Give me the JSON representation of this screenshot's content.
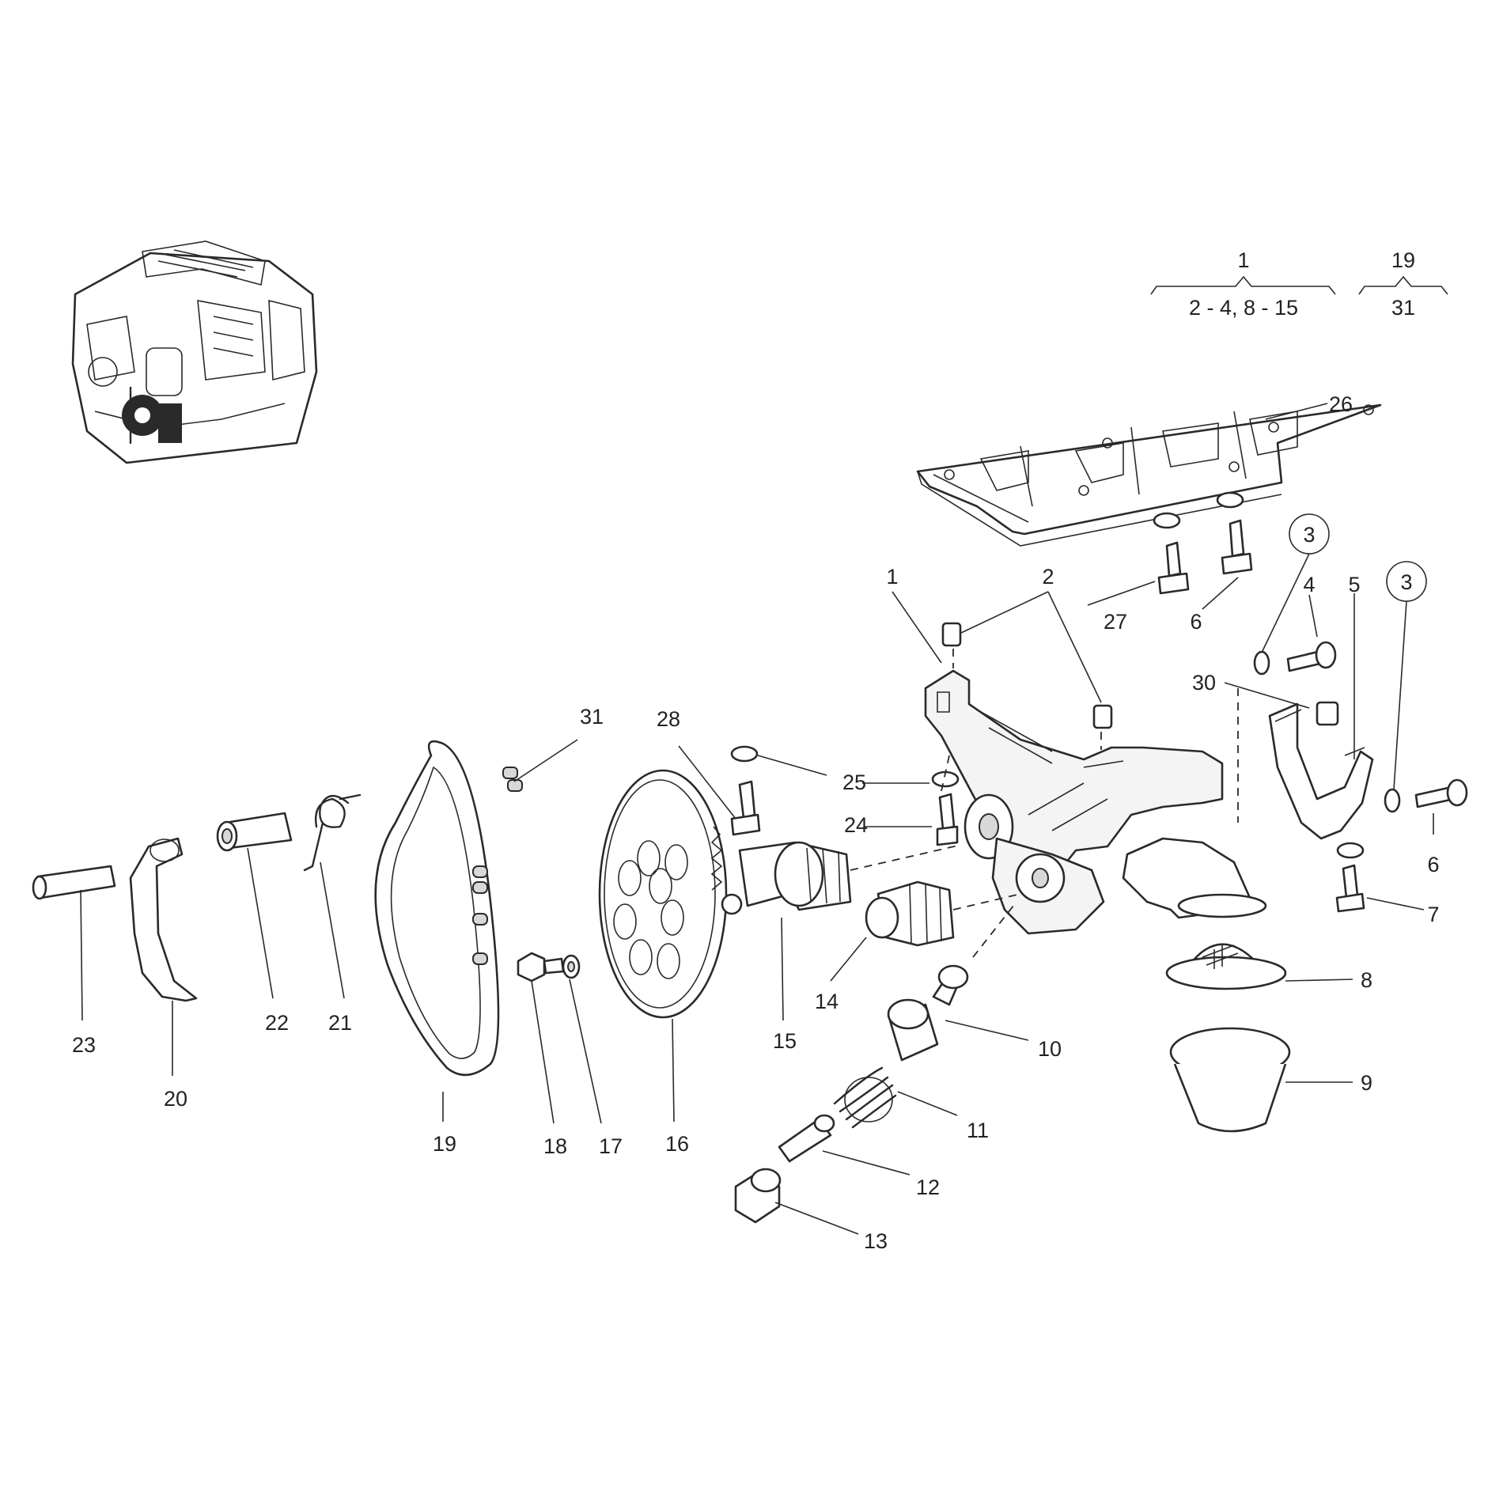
{
  "callouts": [
    {
      "id": "1",
      "text": "1"
    },
    {
      "id": "2",
      "text": "2"
    },
    {
      "id": "3a",
      "text": "3"
    },
    {
      "id": "3b",
      "text": "3"
    },
    {
      "id": "4",
      "text": "4"
    },
    {
      "id": "5",
      "text": "5"
    },
    {
      "id": "6a",
      "text": "6"
    },
    {
      "id": "6b",
      "text": "6"
    },
    {
      "id": "7",
      "text": "7"
    },
    {
      "id": "8",
      "text": "8"
    },
    {
      "id": "9",
      "text": "9"
    },
    {
      "id": "10",
      "text": "10"
    },
    {
      "id": "11",
      "text": "11"
    },
    {
      "id": "12",
      "text": "12"
    },
    {
      "id": "13",
      "text": "13"
    },
    {
      "id": "14",
      "text": "14"
    },
    {
      "id": "15",
      "text": "15"
    },
    {
      "id": "16",
      "text": "16"
    },
    {
      "id": "17",
      "text": "17"
    },
    {
      "id": "18",
      "text": "18"
    },
    {
      "id": "19",
      "text": "19"
    },
    {
      "id": "20",
      "text": "20"
    },
    {
      "id": "21",
      "text": "21"
    },
    {
      "id": "22",
      "text": "22"
    },
    {
      "id": "23",
      "text": "23"
    },
    {
      "id": "24",
      "text": "24"
    },
    {
      "id": "25",
      "text": "25"
    },
    {
      "id": "26",
      "text": "26"
    },
    {
      "id": "27",
      "text": "27"
    },
    {
      "id": "28",
      "text": "28"
    },
    {
      "id": "30",
      "text": "30"
    },
    {
      "id": "31",
      "text": "31"
    }
  ],
  "assembly_key": [
    {
      "top": "1",
      "bottom": "2 - 4, 8 - 15"
    },
    {
      "top": "19",
      "bottom": "31"
    }
  ]
}
